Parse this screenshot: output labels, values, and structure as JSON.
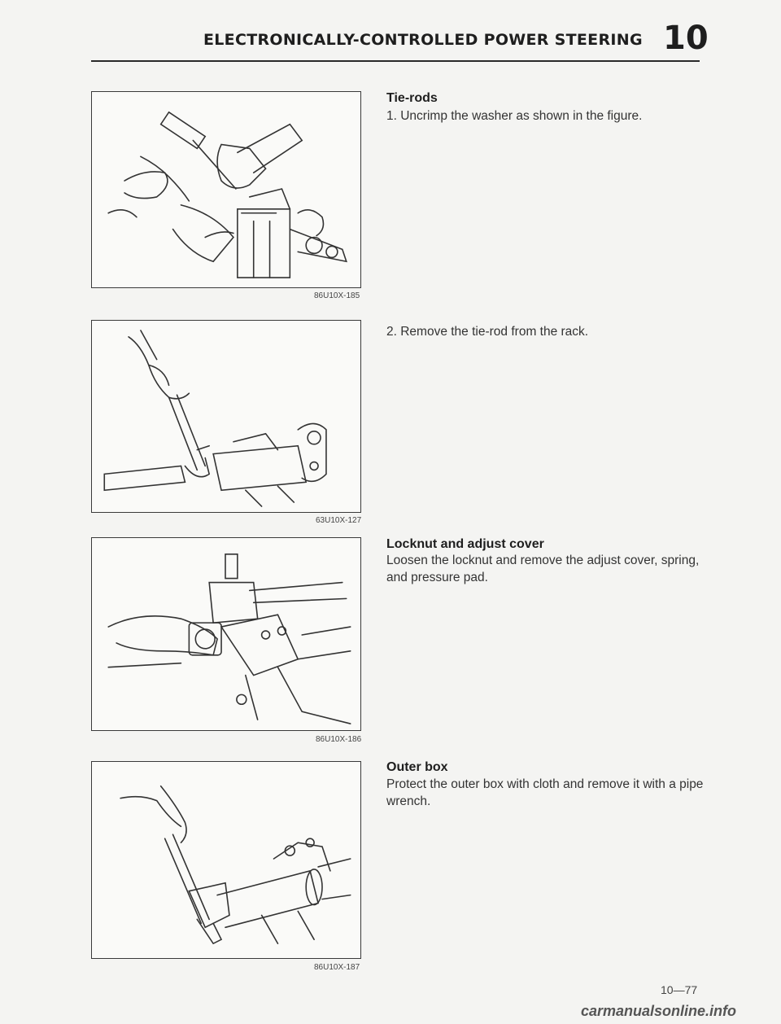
{
  "header": {
    "title": "ELECTRONICALLY-CONTROLLED POWER STEERING",
    "chapter": "10"
  },
  "figures": [
    {
      "code": "86U10X-185",
      "alt_icon": "hammer-on-washer-illustration"
    },
    {
      "code": "63U10X-127",
      "alt_icon": "wrench-on-tie-rod-illustration"
    },
    {
      "code": "86U10X-186",
      "alt_icon": "wrench-on-locknut-illustration"
    },
    {
      "code": "86U10X-187",
      "alt_icon": "pipe-wrench-on-outer-box-illustration"
    }
  ],
  "sections": {
    "tie_rods": {
      "heading": "Tie-rods",
      "step1": "1. Uncrimp the washer as shown in the figure.",
      "step2": "2. Remove the tie-rod from the rack."
    },
    "locknut": {
      "heading": "Locknut and adjust cover",
      "text": "Loosen the locknut and remove the adjust cover, spring, and pressure pad."
    },
    "outer_box": {
      "heading": "Outer box",
      "text": "Protect the outer box with cloth and remove it with a pipe wrench."
    }
  },
  "footer": {
    "page_number": "10—77",
    "watermark": "carmanualsonline.info"
  }
}
